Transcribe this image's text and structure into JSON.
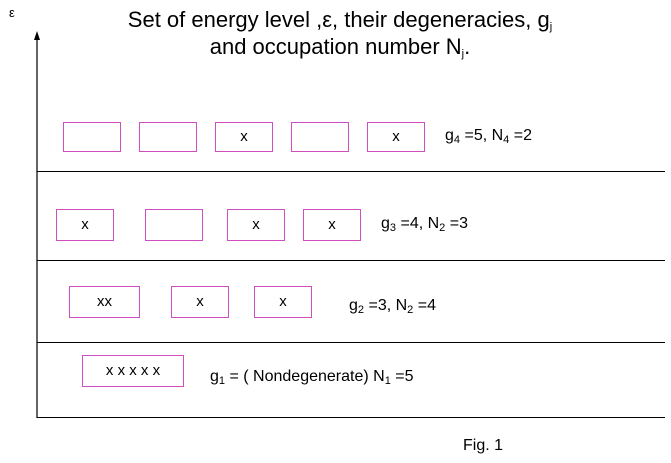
{
  "axis_label": "ε",
  "title": {
    "line1": "Set of energy level ,ε, their degeneracies, g",
    "line1_sub": "j",
    "line2": "and occupation number N",
    "line2_sub": "j",
    "line2_end": "."
  },
  "levels": [
    {
      "boxes": [
        "",
        "",
        "x",
        "",
        "x"
      ],
      "g_sub": "4",
      "g_text": " =5, N",
      "n_sub": "4",
      "n_text": " =2"
    },
    {
      "boxes": [
        "x",
        "",
        "x",
        "x"
      ],
      "g_sub": "3",
      "g_text": " =4, N",
      "n_sub": "2",
      "n_text": " =3"
    },
    {
      "boxes": [
        "xx",
        "x",
        "x"
      ],
      "g_sub": "2",
      "g_text": " =3, N",
      "n_sub": "2",
      "n_text": " =4"
    },
    {
      "boxes": [
        "x x x x x"
      ],
      "g_sub": "1",
      "g_text": " = ( Nondegenerate) N",
      "n_sub": "1",
      "n_text": " =5"
    }
  ],
  "caption": "Fig. 1",
  "colors": {
    "box_border": "#d04fc0"
  }
}
